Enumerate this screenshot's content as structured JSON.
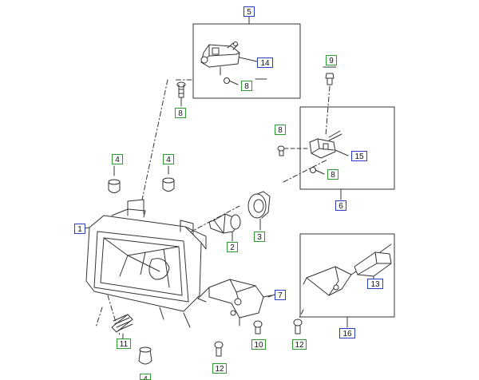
{
  "diagram": {
    "colors": {
      "blue_callout": "#2b3fc4",
      "green_callout": "#2f9a2f",
      "line": "#333333"
    },
    "callouts": [
      {
        "id": "c5",
        "label": "5",
        "kind": "blue"
      },
      {
        "id": "c14",
        "label": "14",
        "kind": "blue"
      },
      {
        "id": "c8a",
        "label": "8",
        "kind": "green"
      },
      {
        "id": "c8b",
        "label": "8",
        "kind": "green"
      },
      {
        "id": "c9",
        "label": "9",
        "kind": "green"
      },
      {
        "id": "c8c",
        "label": "8",
        "kind": "green"
      },
      {
        "id": "c15",
        "label": "15",
        "kind": "blue"
      },
      {
        "id": "c8d",
        "label": "8",
        "kind": "green"
      },
      {
        "id": "c6",
        "label": "6",
        "kind": "blue"
      },
      {
        "id": "c4a",
        "label": "4",
        "kind": "green"
      },
      {
        "id": "c4b",
        "label": "4",
        "kind": "green"
      },
      {
        "id": "c1",
        "label": "1",
        "kind": "blue"
      },
      {
        "id": "c2",
        "label": "2",
        "kind": "green"
      },
      {
        "id": "c3",
        "label": "3",
        "kind": "green"
      },
      {
        "id": "c7",
        "label": "7",
        "kind": "blue"
      },
      {
        "id": "c13",
        "label": "13",
        "kind": "blue"
      },
      {
        "id": "c16",
        "label": "16",
        "kind": "blue"
      },
      {
        "id": "c11",
        "label": "11",
        "kind": "green"
      },
      {
        "id": "c10",
        "label": "10",
        "kind": "green"
      },
      {
        "id": "c12a",
        "label": "12",
        "kind": "green"
      },
      {
        "id": "c12b",
        "label": "12",
        "kind": "green"
      },
      {
        "id": "c4c",
        "label": "4",
        "kind": "green"
      }
    ]
  }
}
